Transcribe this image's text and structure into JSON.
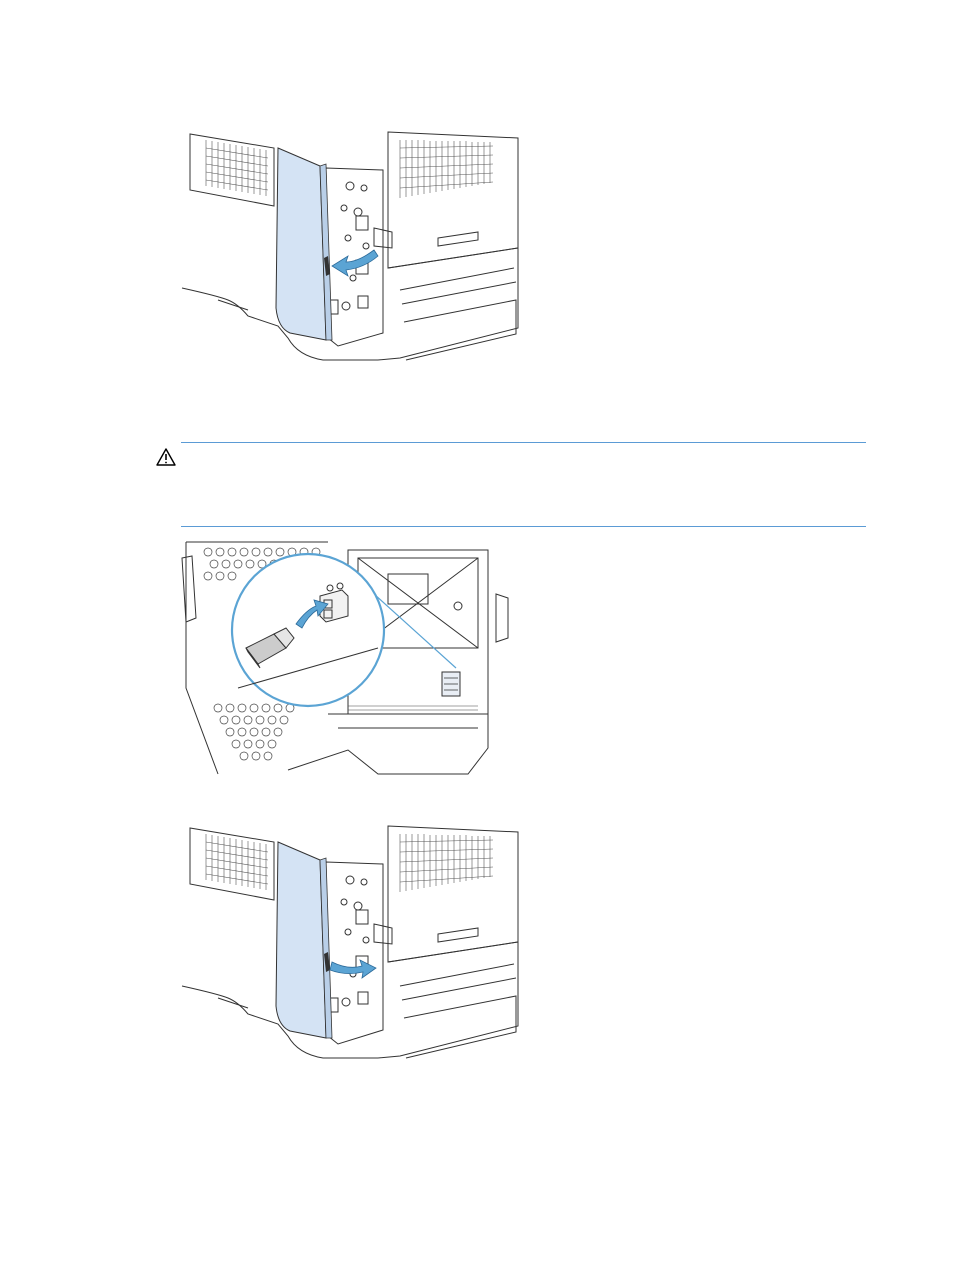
{
  "page": {
    "background": "#ffffff",
    "accent_rule_color": "#5b9bd5",
    "panel_highlight_color": "#d4e3f4",
    "arrow_color": "#5ba4d4"
  },
  "figures": [
    {
      "name": "remove-formatter-cover",
      "arrow_direction": "left"
    },
    {
      "name": "usb-hard-drive-connector",
      "callout": "magnified"
    },
    {
      "name": "replace-formatter-cover",
      "arrow_direction": "right"
    }
  ],
  "caution": {
    "icon": "warning-triangle-icon"
  }
}
